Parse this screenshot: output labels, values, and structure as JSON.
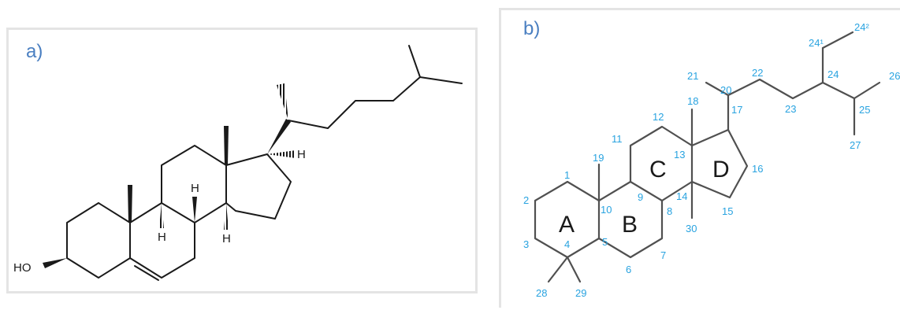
{
  "panel_a": {
    "label": "a)",
    "atoms": {
      "hydroxyl": "HO",
      "h_c9": "H",
      "h_c8": "H",
      "h_c14": "H",
      "h_c17": "H"
    }
  },
  "panel_b": {
    "label": "b)",
    "rings": [
      "A",
      "B",
      "C",
      "D"
    ],
    "numbers": [
      "1",
      "2",
      "3",
      "4",
      "5",
      "6",
      "7",
      "8",
      "9",
      "10",
      "11",
      "12",
      "13",
      "14",
      "15",
      "16",
      "17",
      "18",
      "19",
      "20",
      "21",
      "22",
      "23",
      "24",
      "25",
      "26",
      "27",
      "28",
      "29",
      "30",
      "24¹",
      "24²"
    ]
  }
}
